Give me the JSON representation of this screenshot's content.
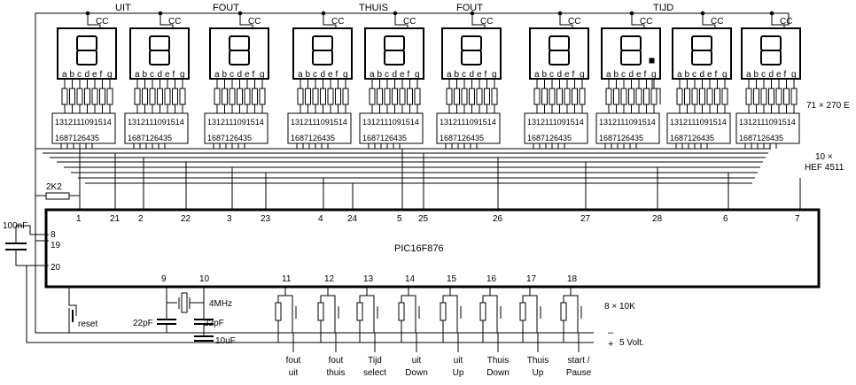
{
  "groups": [
    "UIT",
    "FOUT",
    "THUIS",
    "FOUT",
    "TIJD"
  ],
  "displays": {
    "common": "CC",
    "segment_letters": [
      "a",
      "b",
      "c",
      "d",
      "e",
      "f",
      "g"
    ],
    "count": 10
  },
  "resistor_array": "71 × 270 E",
  "decoder": {
    "top_pins": [
      "13",
      "12",
      "11",
      "10",
      "9",
      "15",
      "14"
    ],
    "bottom_pins": [
      "16",
      "8",
      "7",
      "1",
      "2",
      "6",
      "4",
      "3",
      "5"
    ],
    "label_count": "10 ×",
    "label_part": "HEF 4511"
  },
  "mcu": {
    "name": "PIC16F876",
    "top_pins": [
      "1",
      "21",
      "2",
      "22",
      "3",
      "23",
      "4",
      "24",
      "5",
      "25",
      "26",
      "27",
      "28",
      "6",
      "7"
    ],
    "left_pins": [
      "8",
      "19",
      "20"
    ],
    "bottom_pins": [
      "9",
      "10",
      "11",
      "12",
      "13",
      "14",
      "15",
      "16",
      "17",
      "18"
    ]
  },
  "components": {
    "reset_resistor": "2K2",
    "decoupling_cap": "100nF",
    "crystal": "4MHz",
    "osc_cap_left": "22pF",
    "osc_cap_right": "22pF",
    "supply_cap": "10uF",
    "reset_switch": "reset",
    "pullups": "8 × 10K",
    "supply_minus": "–",
    "supply_plus": "+",
    "supply_voltage": "5 Volt."
  },
  "buttons": [
    {
      "line1": "fout",
      "line2": "uit"
    },
    {
      "line1": "fout",
      "line2": "thuis"
    },
    {
      "line1": "Tijd",
      "line2": "select"
    },
    {
      "line1": "uit",
      "line2": "Down"
    },
    {
      "line1": "uit",
      "line2": "Up"
    },
    {
      "line1": "Thuis",
      "line2": "Down"
    },
    {
      "line1": "Thuis",
      "line2": "Up"
    },
    {
      "line1": "start /",
      "line2": "Pause"
    }
  ]
}
